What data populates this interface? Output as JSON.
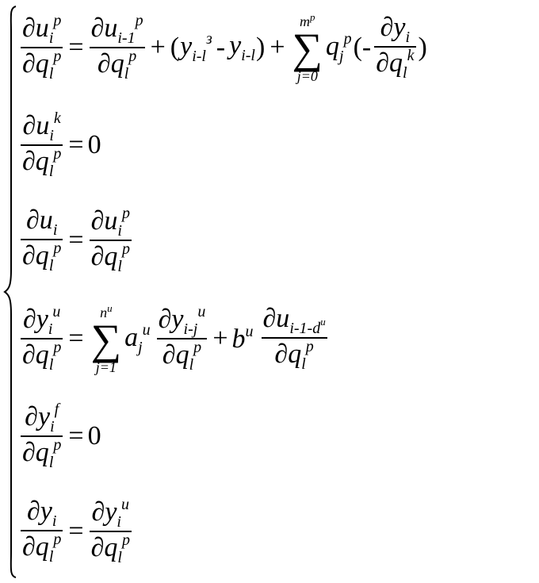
{
  "equations": [
    {
      "lhs": {
        "num": "∂u",
        "num_sup": "p",
        "num_sub": "i",
        "den": "∂q",
        "den_sup": "p",
        "den_sub": "l"
      },
      "eq": "=",
      "term1": {
        "num": "∂u",
        "num_sup": "p",
        "num_sub": "i-1",
        "den": "∂q",
        "den_sup": "p",
        "den_sub": "l"
      },
      "plus": "+",
      "paren_open": "(",
      "y1": "y",
      "y1_sup": "з",
      "y1_sub": "i-l",
      "minus": "-",
      "y2": "y",
      "y2_sub": "i-l",
      "paren_close": ")",
      "plus2": "+",
      "sum": {
        "sym": "∑",
        "upper": "m",
        "upper_sup": "p",
        "lower": "j=0"
      },
      "q": "q",
      "q_sup": "p",
      "q_sub": "j",
      "paren_open2": "(-",
      "term2": {
        "num": "∂y",
        "num_sub": "i",
        "den": "∂q",
        "den_sup": "k",
        "den_sub": "l"
      },
      "paren_close2": ")"
    },
    {
      "lhs": {
        "num": "∂u",
        "num_sup": "k",
        "num_sub": "i",
        "den": "∂q",
        "den_sup": "p",
        "den_sub": "l"
      },
      "eq": "=",
      "rhs": "0"
    },
    {
      "lhs": {
        "num": "∂u",
        "num_sub": "i",
        "den": "∂q",
        "den_sup": "p",
        "den_sub": "l"
      },
      "eq": "=",
      "term1": {
        "num": "∂u",
        "num_sup": "p",
        "num_sub": "i",
        "den": "∂q",
        "den_sup": "p",
        "den_sub": "l"
      }
    },
    {
      "lhs": {
        "num": "∂y",
        "num_sup": "u",
        "num_sub": "i",
        "den": "∂q",
        "den_sup": "p",
        "den_sub": "l"
      },
      "eq": "=",
      "sum": {
        "sym": "∑",
        "upper": "n",
        "upper_sup": "u",
        "lower": "j=1"
      },
      "a": "a",
      "a_sup": "u",
      "a_sub": "j",
      "term1": {
        "num": "∂y",
        "num_sup": "u",
        "num_sub": "i-j",
        "den": "∂q",
        "den_sup": "p",
        "den_sub": "l"
      },
      "plus": "+",
      "b": "b",
      "b_sup": "u",
      "term2": {
        "num": "∂u",
        "num_sub": "i-1-d",
        "num_sub_sup": "u",
        "den": "∂q",
        "den_sup": "p",
        "den_sub": "l"
      }
    },
    {
      "lhs": {
        "num": "∂y",
        "num_sup": "f",
        "num_sub": "i",
        "den": "∂q",
        "den_sup": "p",
        "den_sub": "l"
      },
      "eq": "=",
      "rhs": "0"
    },
    {
      "lhs": {
        "num": "∂y",
        "num_sub": "i",
        "den": "∂q",
        "den_sup": "p",
        "den_sub": "l"
      },
      "eq": "=",
      "term1": {
        "num": "∂y",
        "num_sup": "u",
        "num_sub": "i",
        "den": "∂q",
        "den_sup": "p",
        "den_sub": "l"
      }
    }
  ]
}
